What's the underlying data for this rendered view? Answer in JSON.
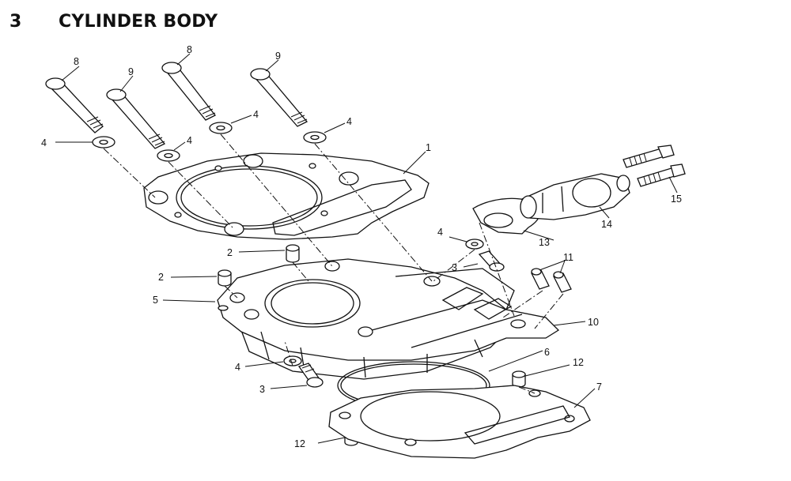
{
  "header": {
    "section_number": "3",
    "title": "CYLINDER BODY"
  },
  "callouts": {
    "c1": "1",
    "c2a": "2",
    "c2b": "2",
    "c3a": "3",
    "c3b": "3",
    "c4a": "4",
    "c4b": "4",
    "c4c": "4",
    "c4d": "4",
    "c4e": "4",
    "c4f": "4",
    "c5": "5",
    "c6": "6",
    "c7": "7",
    "c8a": "8",
    "c8b": "8",
    "c9a": "9",
    "c9b": "9",
    "c10": "10",
    "c11": "11",
    "c12a": "12",
    "c12b": "12",
    "c13": "13",
    "c14": "14",
    "c15": "15"
  }
}
